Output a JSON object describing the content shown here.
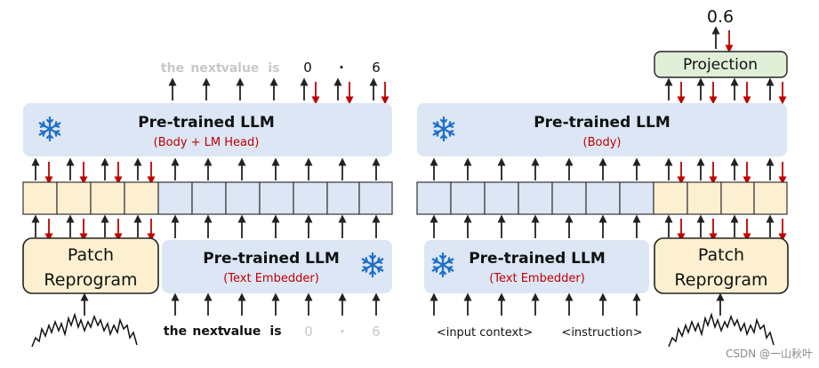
{
  "left": {
    "top_tokens": [
      "the",
      "next",
      "value",
      "is",
      "0",
      "·",
      "6"
    ],
    "llm_title": "Pre-trained LLM",
    "llm_subtitle": "(Body + LM Head)",
    "patch_line1": "Patch",
    "patch_line2": "Reprogram",
    "embedder_title": "Pre-trained LLM",
    "embedder_subtitle": "(Text Embedder)",
    "bottom_tokens": [
      "the",
      "next",
      "value",
      "is",
      "0",
      "·",
      "6"
    ]
  },
  "right": {
    "output_value": "0.6",
    "projection_label": "Projection",
    "llm_title": "Pre-trained LLM",
    "llm_subtitle": "(Body)",
    "embedder_title": "Pre-trained LLM",
    "embedder_subtitle": "(Text Embedder)",
    "patch_line1": "Patch",
    "patch_line2": "Reprogram",
    "input_context": "<input context>",
    "instruction": "<instruction>"
  },
  "watermark": "CSDN @一山秋叶",
  "colors": {
    "llm_fill": "#dce6f4",
    "patch_fill": "#fdf0d0",
    "token_blue": "#dce6f4",
    "token_yellow": "#fdf0d0",
    "projection_fill": "#e0efd8",
    "red": "#c00000",
    "arrow": "#222222",
    "faded_text": "#c8c8c8",
    "freeze_icon": "#1e6fc8"
  }
}
